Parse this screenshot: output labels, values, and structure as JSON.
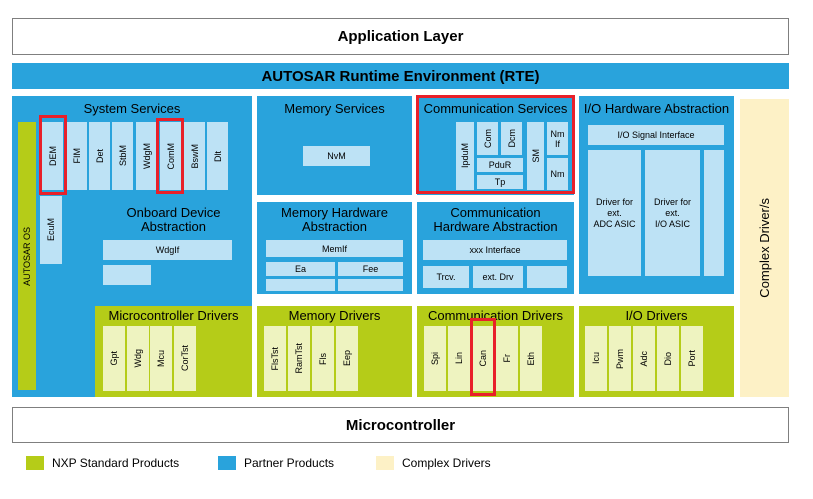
{
  "layers": {
    "application": "Application Layer",
    "rte": "AUTOSAR Runtime Environment (RTE)",
    "microcontroller": "Microcontroller"
  },
  "system_services": {
    "title": "System Services",
    "modules": [
      "DEM",
      "FIM",
      "Det",
      "StbM",
      "WdgM",
      "ComM",
      "BswM",
      "Dlt"
    ],
    "ecum": "EcuM",
    "os": "AUTOSAR OS"
  },
  "memory_services": {
    "title": "Memory Services",
    "nvm": "NvM"
  },
  "communication_services": {
    "title": "Communication Services",
    "ipdum": "IpduM",
    "com": "Com",
    "dcm": "Dcm",
    "pdur": "PduR",
    "tp": "Tp",
    "sm": "SM",
    "nm_if": "Nm\nIf",
    "nm": "Nm"
  },
  "io_hw_abstraction": {
    "title": "I/O Hardware Abstraction",
    "signal_interface": "I/O Signal Interface",
    "driver_adc": "Driver for\next.\nADC ASIC",
    "driver_io": "Driver for\next.\nI/O ASIC"
  },
  "complex_drivers": {
    "title": "Complex Driver/s"
  },
  "onboard_device": {
    "title": "Onboard Device\nAbstraction",
    "wdgif": "WdgIf"
  },
  "memory_hw": {
    "title": "Memory Hardware\nAbstraction",
    "memif": "MemIf",
    "ea": "Ea",
    "fee": "Fee"
  },
  "comm_hw": {
    "title": "Communication\nHardware Abstraction",
    "xxx_interface": "xxx Interface",
    "trcv": "Trcv.",
    "ext_drv": "ext. Drv"
  },
  "mcu_drivers": {
    "title": "Microcontroller Drivers",
    "modules": [
      "Gpt",
      "Wdg",
      "Mcu",
      "CorTst"
    ]
  },
  "memory_drivers": {
    "title": "Memory Drivers",
    "modules": [
      "FlsTst",
      "RamTst",
      "Fls",
      "Eep"
    ]
  },
  "comm_drivers": {
    "title": "Communication Drivers",
    "modules": [
      "Spi",
      "Lin",
      "Can",
      "Fr",
      "Eth"
    ]
  },
  "io_drivers": {
    "title": "I/O Drivers",
    "modules": [
      "Icu",
      "Pwm",
      "Adc",
      "Dio",
      "Port"
    ]
  },
  "legend": [
    {
      "label": "NXP Standard Products",
      "color": "#b5cc18"
    },
    {
      "label": "Partner Products",
      "color": "#29a3dc"
    },
    {
      "label": "Complex Drivers",
      "color": "#fdf1c6"
    }
  ],
  "highlight_color": "#e8202a"
}
